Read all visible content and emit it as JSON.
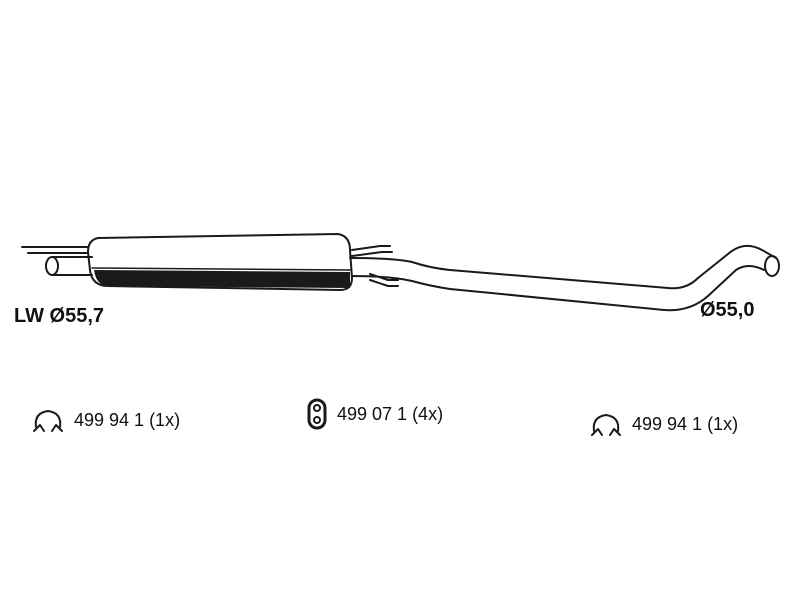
{
  "labels": {
    "inlet_diameter": "LW Ø55,7",
    "outlet_diameter": "Ø55,0"
  },
  "parts": [
    {
      "icon": "pipe-clamp-icon",
      "text": "499 94 1 (1x)"
    },
    {
      "icon": "rubber-mount-icon",
      "text": "499 07 1 (4x)"
    },
    {
      "icon": "pipe-clamp-icon",
      "text": "499 94 1 (1x)"
    }
  ],
  "colors": {
    "line": "#1a1a1a",
    "background": "#ffffff"
  }
}
